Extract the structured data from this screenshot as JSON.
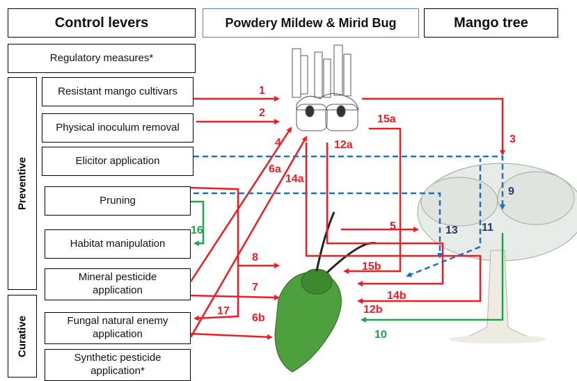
{
  "headers": {
    "control": "Control levers",
    "pest": "Powdery Mildew & Mirid Bug",
    "tree": "Mango tree"
  },
  "groups": {
    "preventive": "Preventive",
    "curative": "Curative"
  },
  "levers": {
    "regulatory": "Regulatory measures*",
    "resistant": "Resistant mango cultivars",
    "physical": "Physical inoculum removal",
    "elicitor": "Elicitor application",
    "pruning": "Pruning",
    "habitat": "Habitat manipulation",
    "mineral": "Mineral pesticide application",
    "fungal": "Fungal natural enemy application",
    "synthetic": "Synthetic pesticide application*"
  },
  "arrows": {
    "a1": "1",
    "a2": "2",
    "a3": "3",
    "a4": "4",
    "a5": "5",
    "a6a": "6a",
    "a6b": "6b",
    "a7": "7",
    "a8": "8",
    "a9": "9",
    "a10": "10",
    "a11": "11",
    "a12a": "12a",
    "a12b": "12b",
    "a13": "13",
    "a14a": "14a",
    "a14b": "14b",
    "a15a": "15a",
    "a15b": "15b",
    "a16": "16",
    "a17": "17"
  },
  "colors": {
    "red": "#ee1c25",
    "blue": "#1f6fbf",
    "green": "#1aa64a",
    "navy": "#1f3b6e"
  }
}
